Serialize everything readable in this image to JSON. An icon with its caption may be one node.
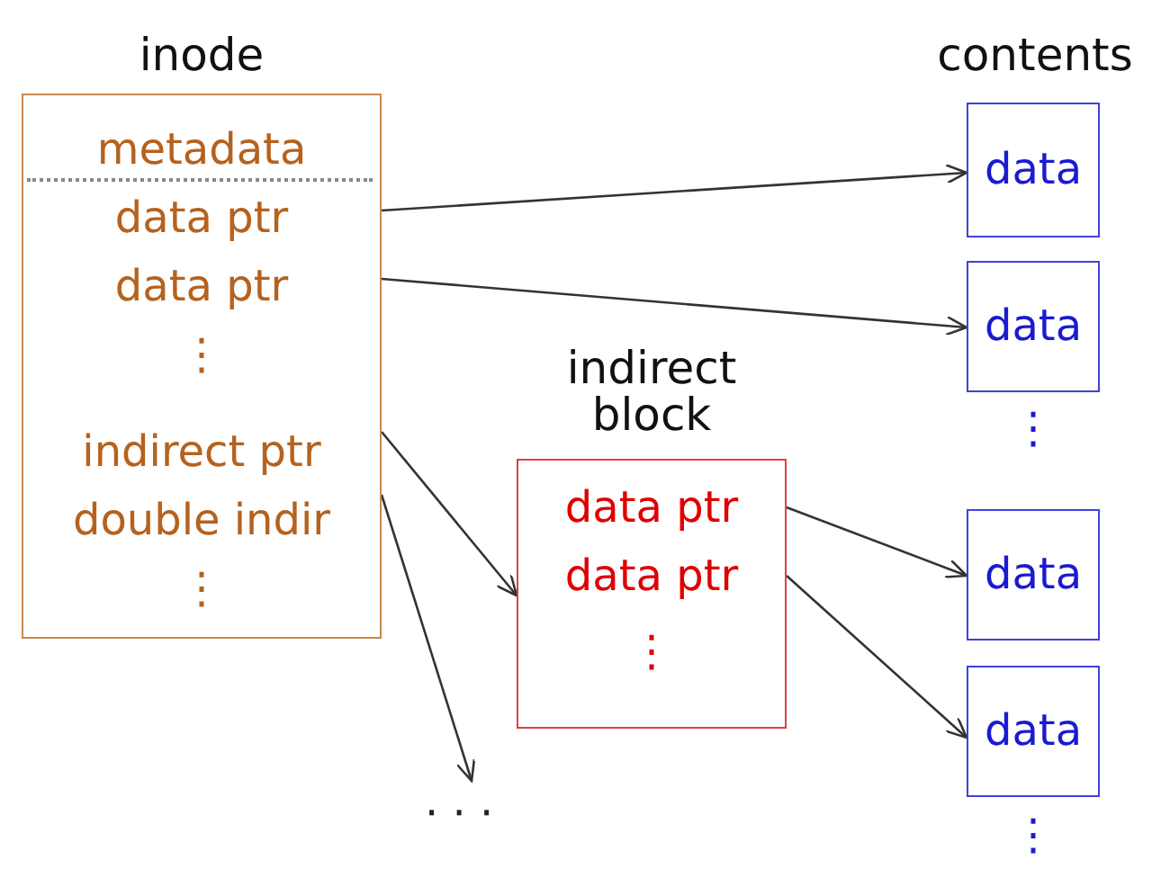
{
  "diagram": {
    "nodes": [
      {
        "text": [
          "inode",
          "metadata",
          "data ptr",
          "data ptr",
          "⋮",
          "indirect ptr",
          "double indir",
          "⋮"
        ]
      },
      {
        "text": [
          "indirect block",
          "data ptr",
          "data ptr",
          "⋮"
        ]
      },
      {
        "text": [
          "data"
        ]
      },
      {
        "text": [
          "data"
        ]
      },
      {
        "text": [
          "data"
        ]
      },
      {
        "text": [
          "data"
        ]
      },
      {
        "text": [
          "· · ·"
        ]
      }
    ],
    "edges": [
      {
        "from": 0,
        "to": 2,
        "arrow": "to"
      },
      {
        "from": 0,
        "to": 3,
        "arrow": "to"
      },
      {
        "from": 0,
        "to": 1,
        "arrow": "to"
      },
      {
        "from": 0,
        "to": 6,
        "arrow": "to"
      },
      {
        "from": 1,
        "to": 4,
        "arrow": "to"
      },
      {
        "from": 1,
        "to": 5,
        "arrow": "to"
      }
    ],
    "labels": [
      "contents",
      "⋮",
      "⋮"
    ]
  }
}
